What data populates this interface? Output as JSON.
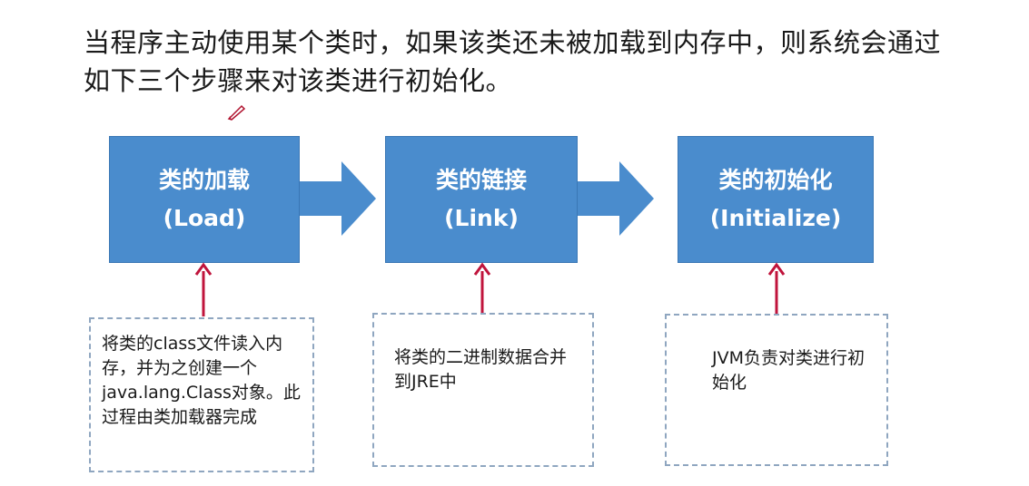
{
  "intro": {
    "line1": "当程序主动使用某个类时，如果该类还未被加载到内存中，则系统会通过",
    "line2": "如下三个步骤来对该类进行初始化。"
  },
  "stages": [
    {
      "title": "类的加载",
      "subtitle": "(Load)"
    },
    {
      "title": "类的链接",
      "subtitle": "(Link)"
    },
    {
      "title": "类的初始化",
      "subtitle": "(Initialize)"
    }
  ],
  "notes": [
    "将类的class文件读入内存，并为之创建一个java.lang.Class对象。此过程由类加载器完成",
    "将类的二进制数据合并到JRE中",
    "JVM负责对类进行初始化"
  ],
  "colors": {
    "stage_fill": "#4a8ccd",
    "connector_fill": "#4a8ccd",
    "up_arrow": "#c0143c",
    "note_border": "#8fa6c0"
  },
  "icons": {
    "cursor": "pen-icon"
  }
}
